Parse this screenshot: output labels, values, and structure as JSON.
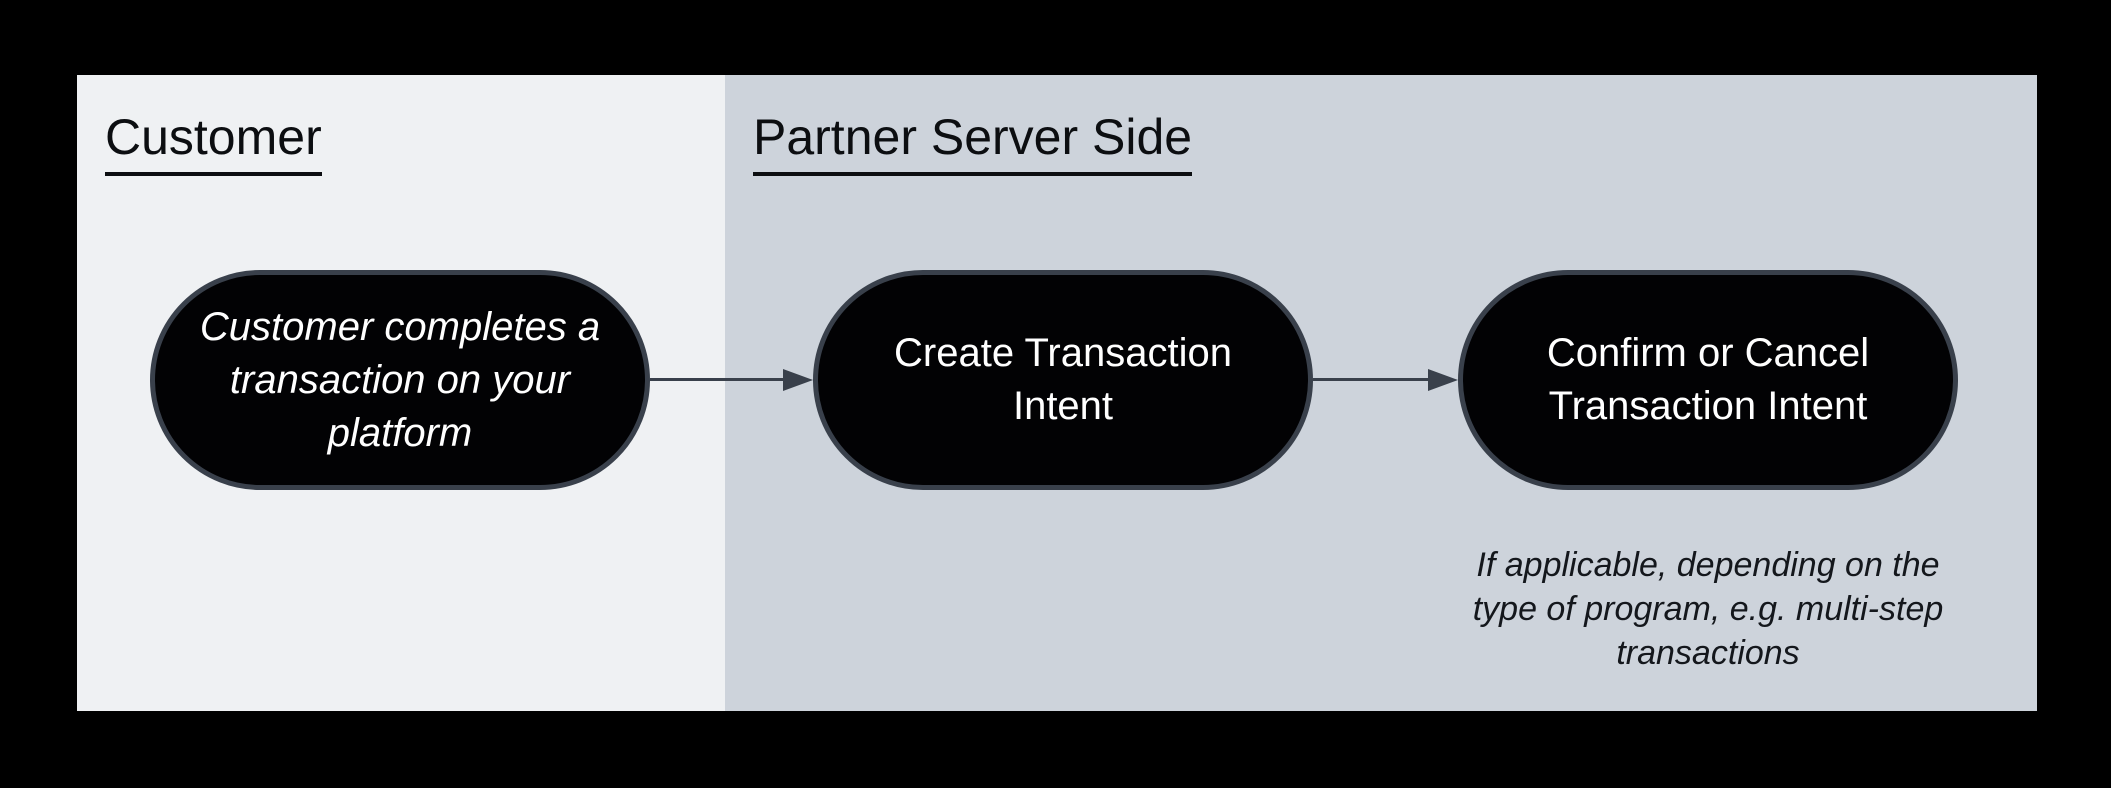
{
  "diagram": {
    "lanes": [
      {
        "label": "Customer"
      },
      {
        "label": "Partner Server Side"
      }
    ],
    "nodes": [
      {
        "label": "Customer completes a transaction on your platform",
        "italic": true
      },
      {
        "label": "Create Transaction Intent",
        "italic": false
      },
      {
        "label": "Confirm or Cancel Transaction Intent",
        "italic": false
      }
    ],
    "arrows": [
      {
        "from": "Customer completes a transaction on your platform",
        "to": "Create Transaction Intent"
      },
      {
        "from": "Create Transaction Intent",
        "to": "Confirm or Cancel Transaction Intent"
      }
    ],
    "note": "If applicable, depending on the type of program, e.g. multi-step transactions",
    "colors": {
      "canvas_bg": "#000000",
      "lane_customer_bg": "#eff1f3",
      "lane_partner_bg": "#cdd3db",
      "node_fill": "#020204",
      "node_border": "#39404b",
      "node_text": "#ffffff",
      "arrow": "#39404b",
      "heading_text": "#0c0e11",
      "note_text": "#14171c"
    }
  }
}
